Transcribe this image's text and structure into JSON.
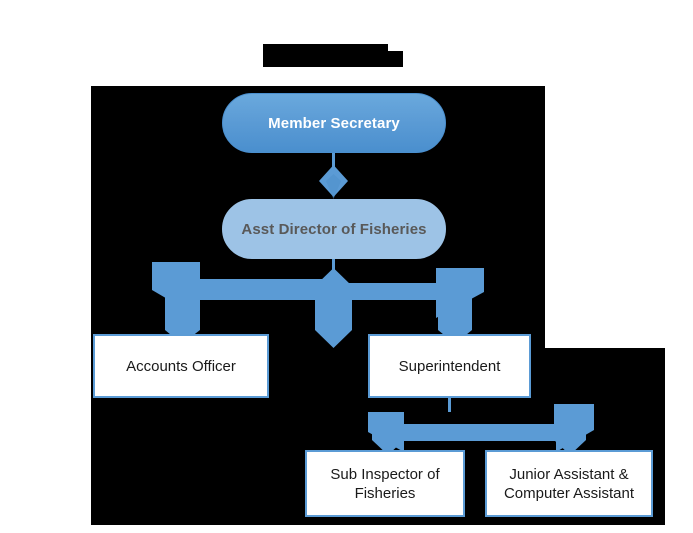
{
  "document": {
    "type": "organization-chart",
    "title": {
      "text": "",
      "redacted": true,
      "note": "title bar is obscured by a solid black redaction block"
    },
    "background_color": "#000000",
    "page_color": "#ffffff"
  },
  "palette": {
    "accent_blue": "#5b9bd5",
    "light_blue": "#9dc3e6",
    "box_fill": "#ffffff",
    "box_border": "#5b9bd5",
    "box_text": "#1a1a1a",
    "pill_text_light": "#ffffff",
    "pill_text_dark": "#595959",
    "backdrop": "#000000"
  },
  "chart_data": {
    "type": "hierarchy",
    "levels": [
      {
        "level": 1,
        "nodes": [
          {
            "id": "member-secretary",
            "label": "Member Secretary",
            "shape": "rounded-pill",
            "fill": "#5b9bd5",
            "text_color": "#ffffff"
          }
        ]
      },
      {
        "level": 2,
        "nodes": [
          {
            "id": "asst-director",
            "label": "Asst Director of Fisheries",
            "shape": "rounded-pill",
            "fill": "#9dc3e6",
            "text_color": "#595959"
          }
        ]
      },
      {
        "level": 3,
        "nodes": [
          {
            "id": "accounts-officer",
            "label": "Accounts Officer",
            "shape": "rectangle",
            "fill": "#ffffff",
            "text_color": "#1a1a1a"
          },
          {
            "id": "superintendent",
            "label": "Superintendent",
            "shape": "rectangle",
            "fill": "#ffffff",
            "text_color": "#1a1a1a"
          }
        ]
      },
      {
        "level": 4,
        "nodes": [
          {
            "id": "sub-inspector",
            "label": "Sub Inspector of\nFisheries",
            "line1": "Sub Inspector of",
            "line2": "Fisheries",
            "shape": "rectangle",
            "fill": "#ffffff",
            "text_color": "#1a1a1a"
          },
          {
            "id": "junior-assistant",
            "label": "Junior Assistant &\nComputer Assistant",
            "line1": "Junior Assistant &",
            "line2": "Computer Assistant",
            "shape": "rectangle",
            "fill": "#ffffff",
            "text_color": "#1a1a1a"
          }
        ]
      }
    ],
    "edges": [
      {
        "from": "member-secretary",
        "to": "asst-director",
        "style": "diamond-connector",
        "color": "#5b9bd5"
      },
      {
        "from": "asst-director",
        "to": "accounts-officer",
        "style": "split-arrow",
        "color": "#5b9bd5"
      },
      {
        "from": "asst-director",
        "to": "center-down",
        "style": "split-arrow",
        "color": "#5b9bd5"
      },
      {
        "from": "asst-director",
        "to": "superintendent",
        "style": "split-arrow",
        "color": "#5b9bd5"
      },
      {
        "from": "superintendent",
        "to": "sub-inspector",
        "style": "split-arrow",
        "color": "#5b9bd5"
      },
      {
        "from": "superintendent",
        "to": "junior-assistant",
        "style": "split-arrow",
        "color": "#5b9bd5"
      }
    ]
  },
  "nodes": {
    "member_secretary": {
      "label": "Member Secretary"
    },
    "asst_director": {
      "label": "Asst Director of Fisheries"
    },
    "accounts_officer": {
      "label": "Accounts Officer"
    },
    "superintendent": {
      "label": "Superintendent"
    },
    "sub_inspector": {
      "line1": "Sub Inspector of",
      "line2": "Fisheries"
    },
    "junior_assistant": {
      "line1": "Junior Assistant &",
      "line2": "Computer Assistant"
    }
  }
}
